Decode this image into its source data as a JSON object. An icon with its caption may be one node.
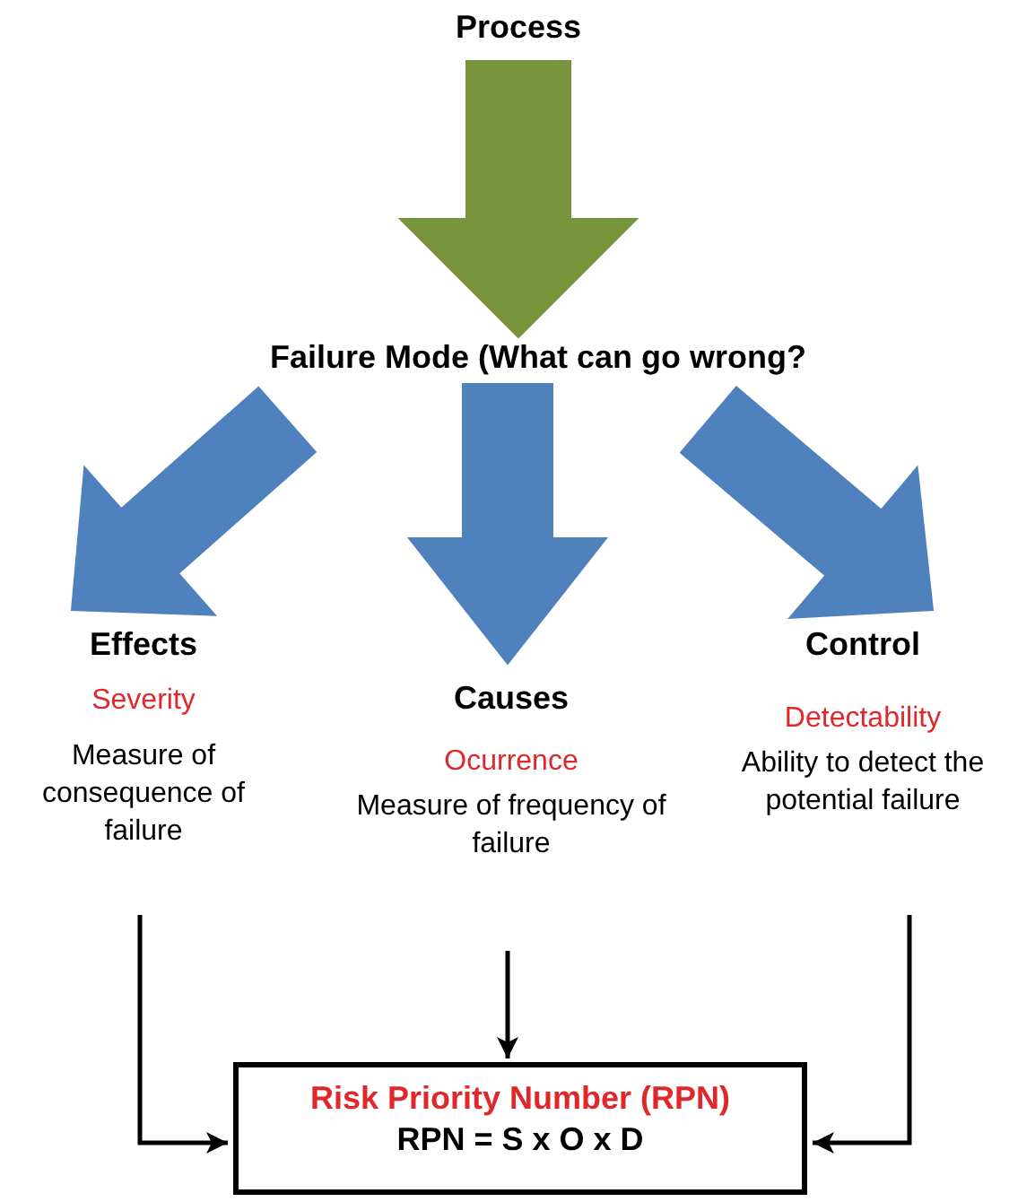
{
  "diagram": {
    "nodes": [
      {
        "text": [
          "Process"
        ]
      },
      {
        "text": [
          "Failure Mode (What can go wrong?"
        ]
      },
      {
        "text": [
          "Effects",
          "Severity",
          "Measure of consequence of failure"
        ]
      },
      {
        "text": [
          "Causes",
          "Ocurrence",
          "Measure of frequency of failure"
        ]
      },
      {
        "text": [
          "Control",
          "Detectability",
          "Ability to detect the potential failure"
        ]
      },
      {
        "text": [
          "Risk Priority Number (RPN)",
          "RPN = S x O x D"
        ]
      }
    ],
    "edges": [
      {
        "from": 0,
        "to": 1,
        "arrow": "to",
        "style": "thick",
        "color": "#77933c"
      },
      {
        "from": 1,
        "to": 2,
        "arrow": "to",
        "style": "thick",
        "color": "#4f81bd"
      },
      {
        "from": 1,
        "to": 3,
        "arrow": "to",
        "style": "thick",
        "color": "#4f81bd"
      },
      {
        "from": 1,
        "to": 4,
        "arrow": "to",
        "style": "thick",
        "color": "#4f81bd"
      },
      {
        "from": 2,
        "to": 5,
        "arrow": "to"
      },
      {
        "from": 3,
        "to": 5,
        "arrow": "to"
      },
      {
        "from": 4,
        "to": 5,
        "arrow": "to"
      }
    ]
  }
}
